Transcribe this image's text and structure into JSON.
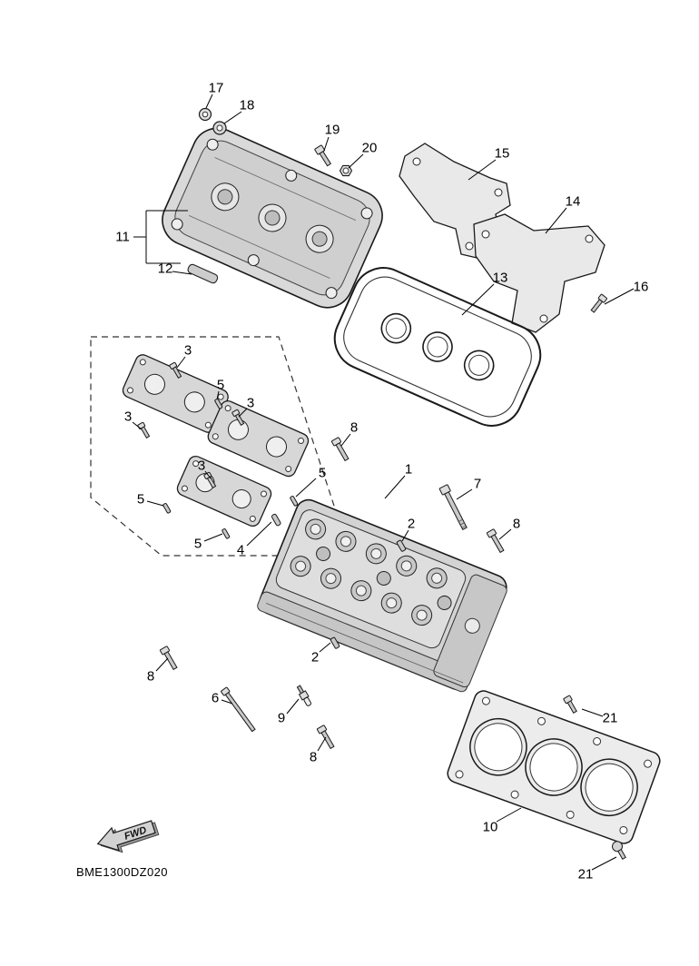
{
  "diagram": {
    "part_code": "BME1300DZ020",
    "fwd_label": "FWD",
    "colors": {
      "line": "#1a1a1a",
      "fill_light": "#e9e9e9",
      "fill_mid": "#d7d7d7",
      "fill_dark": "#c4c4c4",
      "background": "#ffffff"
    },
    "callouts": [
      {
        "label": "17"
      },
      {
        "label": "18"
      },
      {
        "label": "19"
      },
      {
        "label": "20"
      },
      {
        "label": "15"
      },
      {
        "label": "14"
      },
      {
        "label": "11"
      },
      {
        "label": "12"
      },
      {
        "label": "16"
      },
      {
        "label": "13"
      },
      {
        "label": "3"
      },
      {
        "label": "5"
      },
      {
        "label": "3"
      },
      {
        "label": "3"
      },
      {
        "label": "8"
      },
      {
        "label": "3"
      },
      {
        "label": "5"
      },
      {
        "label": "1"
      },
      {
        "label": "7"
      },
      {
        "label": "5"
      },
      {
        "label": "2"
      },
      {
        "label": "8"
      },
      {
        "label": "5"
      },
      {
        "label": "4"
      },
      {
        "label": "2"
      },
      {
        "label": "8"
      },
      {
        "label": "6"
      },
      {
        "label": "9"
      },
      {
        "label": "8"
      },
      {
        "label": "21"
      },
      {
        "label": "10"
      },
      {
        "label": "21"
      }
    ]
  }
}
